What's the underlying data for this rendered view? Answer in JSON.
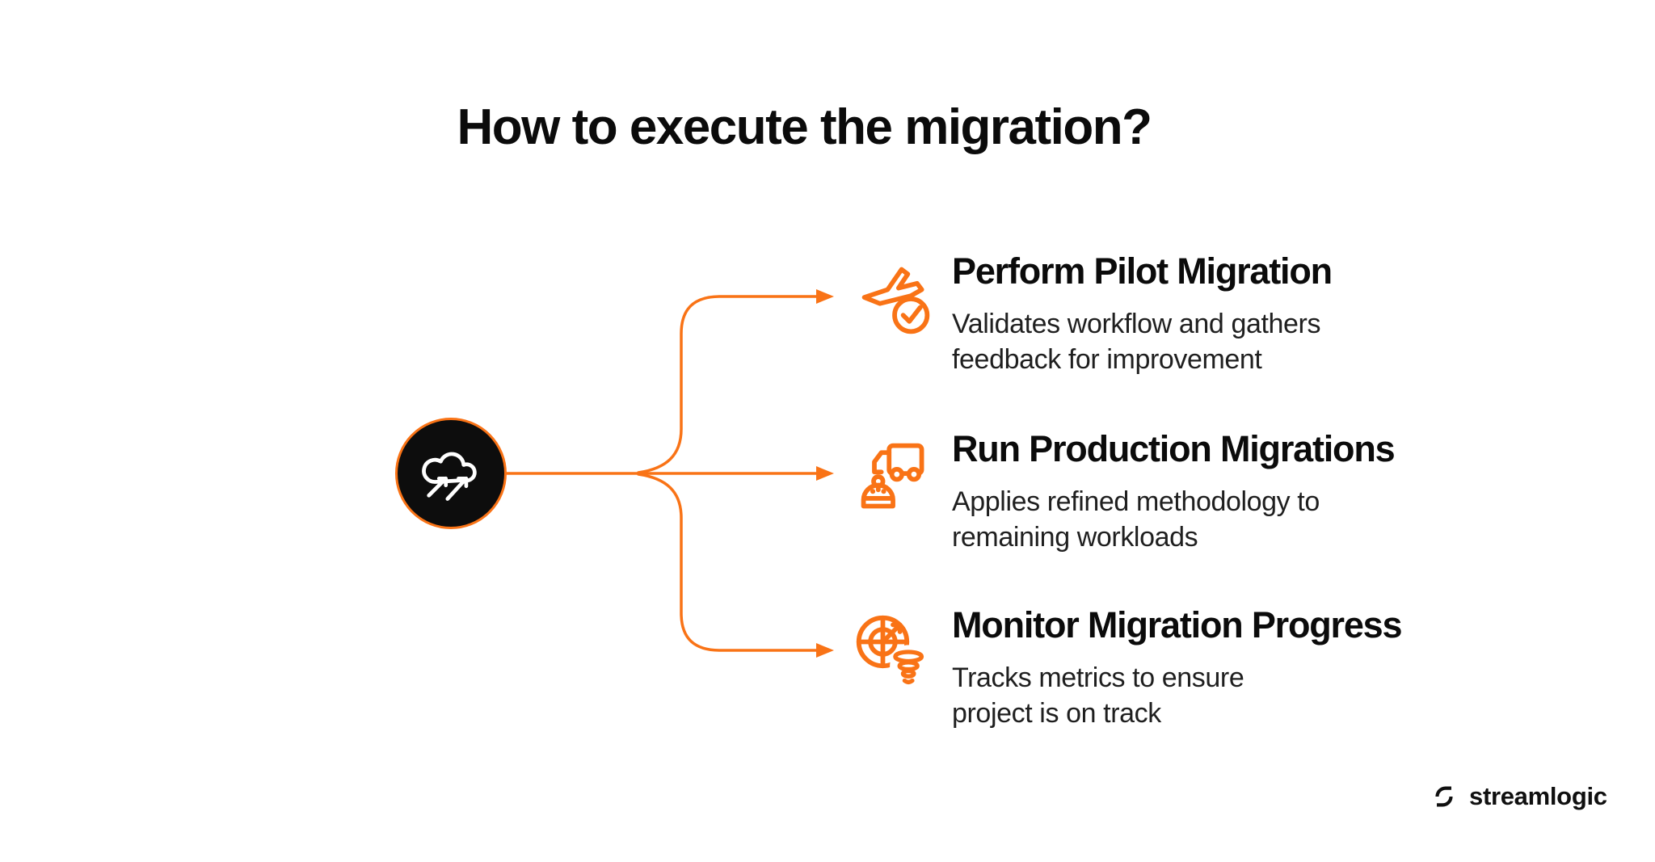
{
  "title": "How to execute the migration?",
  "accent_color": "#F97316",
  "hub": {
    "icon": "cloud-migration-icon"
  },
  "items": [
    {
      "icon": "plane-check-icon",
      "title": "Perform Pilot Migration",
      "desc_lines": [
        "Validates workflow and gathers",
        "feedback for improvement"
      ]
    },
    {
      "icon": "truck-robot-icon",
      "title": "Run Production Migrations",
      "desc_lines": [
        "Applies refined methodology to",
        "remaining workloads"
      ]
    },
    {
      "icon": "target-tornado-icon",
      "title": "Monitor Migration Progress",
      "desc_lines": [
        "Tracks metrics to ensure",
        "project is on track"
      ]
    }
  ],
  "footer": {
    "brand": "streamlogic"
  }
}
